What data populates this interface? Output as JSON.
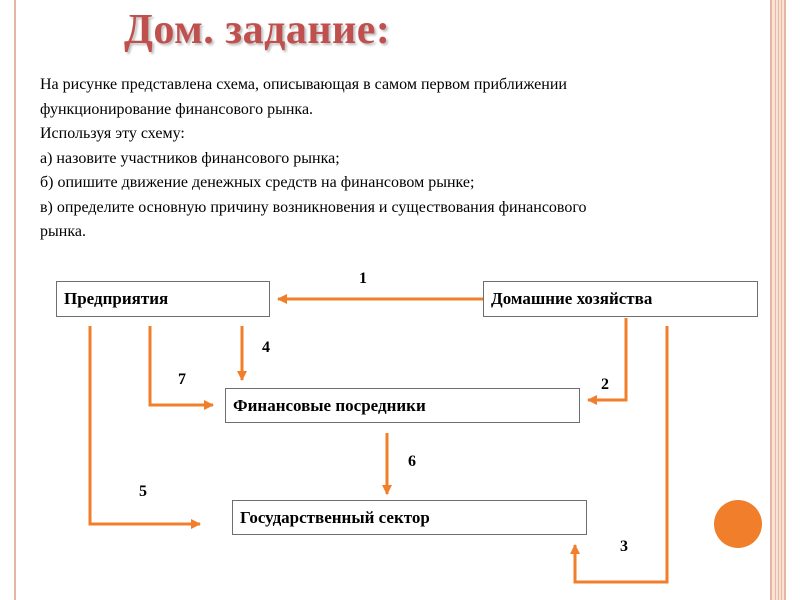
{
  "title": "Дом. задание:",
  "task_lines": [
    "На рисунке представлена схема, описывающая в самом первом приближении",
    "функционирование финансового рынка.",
    "Используя эту схему:",
    "а) назовите участников финансового рынка;",
    "б) опишите движение денежных средств на финансовом рынке;",
    "в) определите основную причину возникновения и существования финансового",
    "рынка."
  ],
  "diagram": {
    "nodes": {
      "enterprises": "Предприятия",
      "households": "Домашние хозяйства",
      "intermediaries": "Финансовые посредники",
      "government": "Государственный сектор"
    },
    "edge_labels": [
      "1",
      "2",
      "3",
      "4",
      "5",
      "6",
      "7"
    ],
    "colors": {
      "arrow": "#f07e2a",
      "title": "#c0504d",
      "box_border": "#6e6e6e"
    }
  }
}
